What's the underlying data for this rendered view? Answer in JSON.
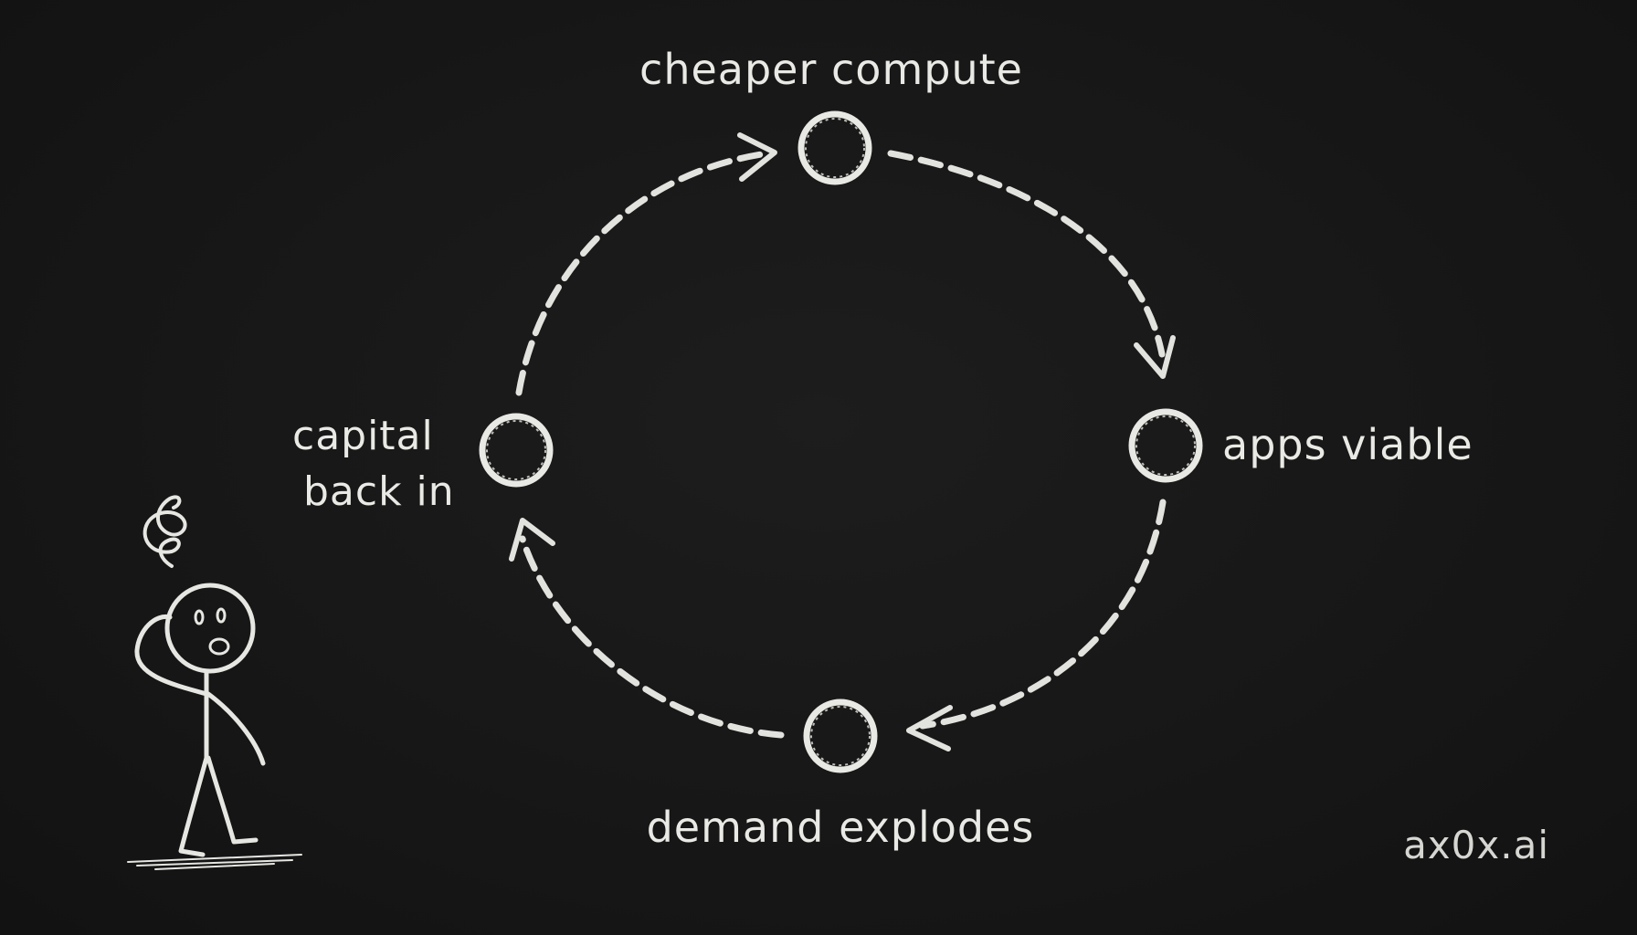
{
  "diagram": {
    "nodes": [
      {
        "id": "top",
        "label": "cheaper compute"
      },
      {
        "id": "right",
        "label": "apps viable"
      },
      {
        "id": "bottom",
        "label": "demand explodes"
      },
      {
        "id": "left",
        "label_lines": [
          "capital",
          "back in"
        ]
      }
    ],
    "edges": [
      {
        "from": "top",
        "to": "right"
      },
      {
        "from": "right",
        "to": "bottom"
      },
      {
        "from": "bottom",
        "to": "left"
      },
      {
        "from": "left",
        "to": "top"
      }
    ],
    "style": "chalkboard, dashed arrows in a clockwise cycle"
  },
  "figure": {
    "icon": "confused-stick-figure-icon",
    "detail": "scratching head with spiral above"
  },
  "branding": {
    "text": "ax0x.ai"
  },
  "colors": {
    "background": "#161616",
    "chalk": "#e6e6e2"
  }
}
